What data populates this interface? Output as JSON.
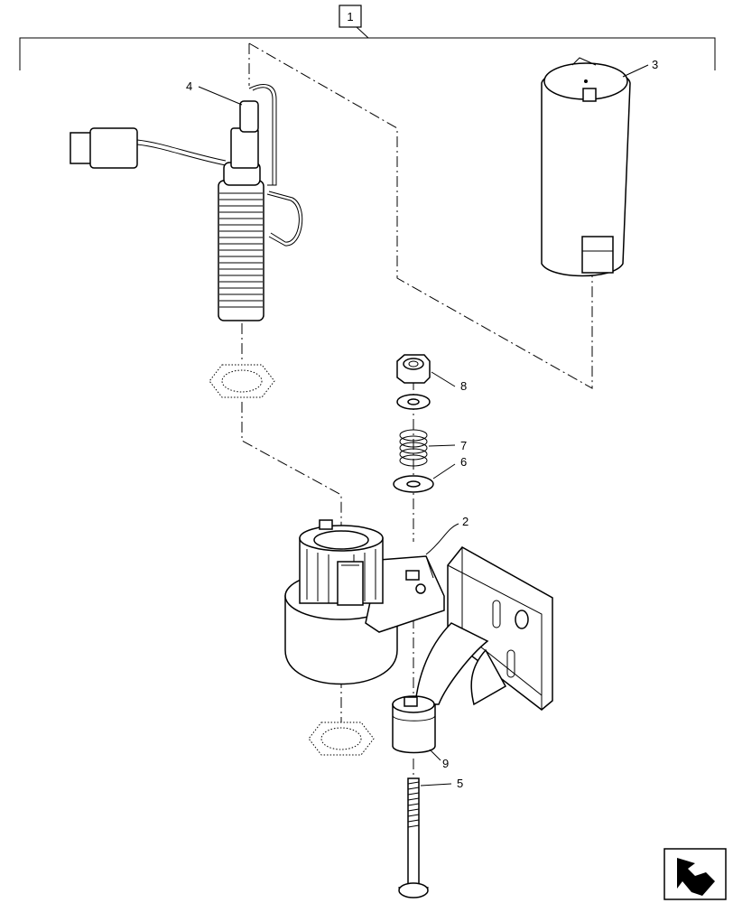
{
  "diagram": {
    "assembly_callout": "1",
    "callouts": {
      "c2": "2",
      "c3": "3",
      "c4": "4",
      "c5": "5",
      "c6": "6",
      "c7": "7",
      "c8": "8",
      "c9": "9"
    },
    "nav_icon": "arrow-icon"
  }
}
